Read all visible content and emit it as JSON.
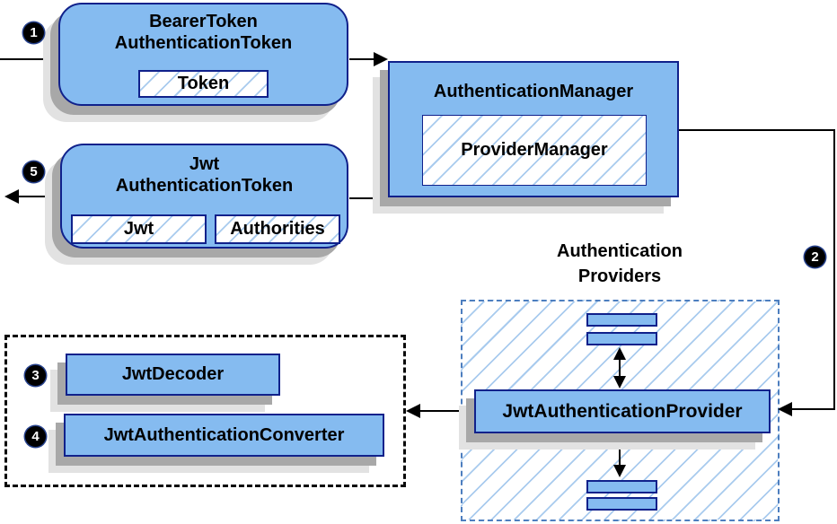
{
  "steps": [
    {
      "label": "1"
    },
    {
      "label": "2"
    },
    {
      "label": "3"
    },
    {
      "label": "4"
    },
    {
      "label": "5"
    }
  ],
  "nodes": {
    "bearer_token": {
      "title_line1": "BearerToken",
      "title_line2": "AuthenticationToken",
      "chip": "Token"
    },
    "authentication_manager": {
      "title": "AuthenticationManager",
      "chip": "ProviderManager"
    },
    "jwt_authentication_token": {
      "title_line1": "Jwt",
      "title_line2": "AuthenticationToken",
      "chip_left": "Jwt",
      "chip_right": "Authorities"
    },
    "authentication_providers": {
      "label_line1": "Authentication",
      "label_line2": "Providers"
    },
    "jwt_authentication_provider": {
      "title": "JwtAuthenticationProvider"
    },
    "jwt_decoder": {
      "title": "JwtDecoder"
    },
    "jwt_authentication_converter": {
      "title": "JwtAuthenticationConverter"
    }
  },
  "colors": {
    "node_fill": "#85bbf0",
    "node_border": "#10218b",
    "hatch_line": "#a9cbee",
    "region_dash": "#4d7ebf",
    "connector": "#000000",
    "shadow_dark": "#a8a8a8",
    "shadow_light": "#e2e2e2",
    "badge_bg": "#000000",
    "badge_text": "#ffffff",
    "background": "#ffffff"
  }
}
